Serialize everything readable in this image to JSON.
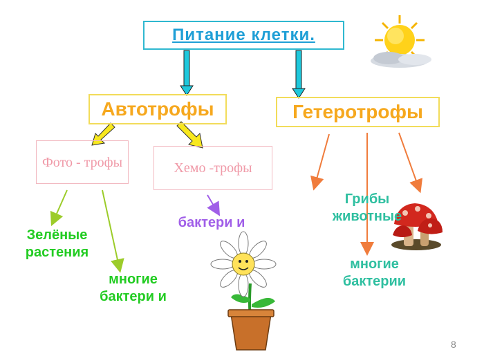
{
  "title": "Питание клетки.",
  "autotrophs": {
    "label": "Автотрофы"
  },
  "heterotrophs": {
    "label": "Гетеротрофы"
  },
  "photo": {
    "label": "Фото - трофы"
  },
  "chemo": {
    "label": "Хемо -трофы"
  },
  "leaves": {
    "green_plants": "Зелёные растения",
    "many_bacteria_1": "многие бактери и",
    "bacteria": "бактери и",
    "fungi_animals": "Грибы животные",
    "many_bacteria_2": "многие бактерии"
  },
  "page_number": "8",
  "colors": {
    "title": "#1f9fd6",
    "main_boxes": "#f6a81e",
    "sub_boxes": "#f09aa8",
    "green_text": "#22cc22",
    "teal_text": "#2ebfa0",
    "purple_text": "#a05ee8"
  },
  "icons": [
    "sun-cloud-icon",
    "mushroom-icon",
    "flower-pot-icon"
  ]
}
